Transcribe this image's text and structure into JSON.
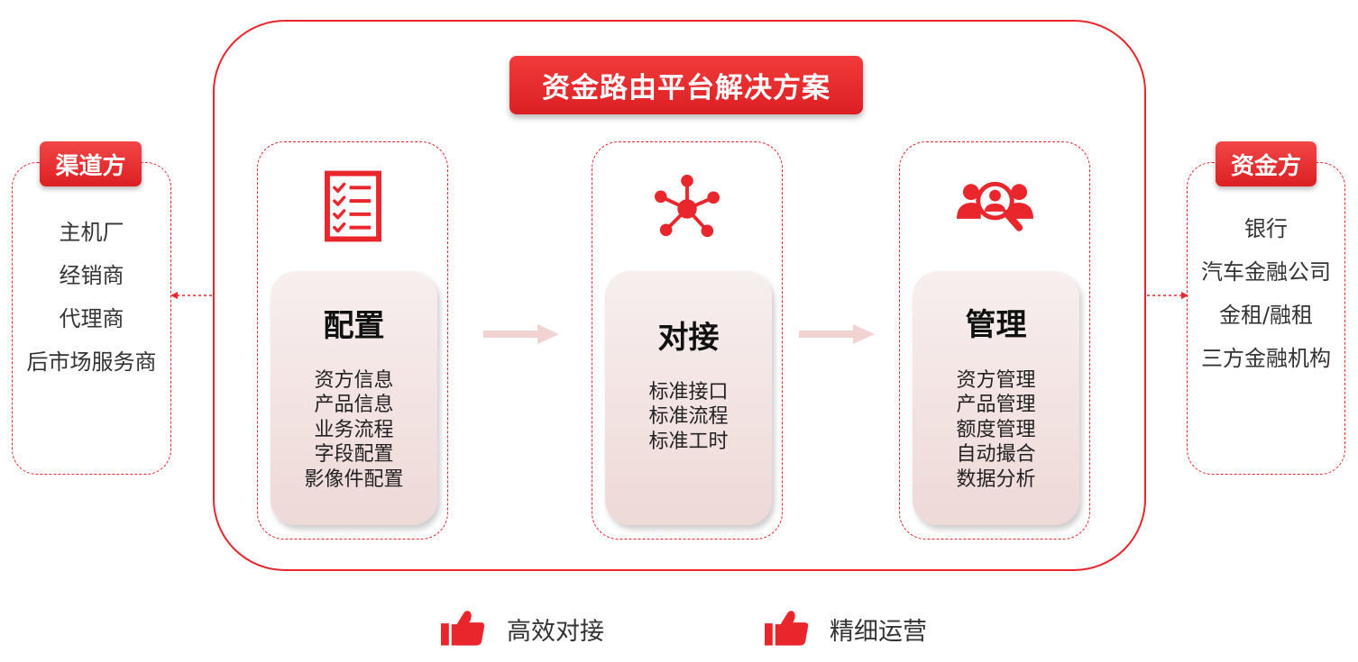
{
  "title": "资金路由平台解决方案",
  "left_panel": {
    "label": "渠道方",
    "items": [
      "主机厂",
      "经销商",
      "代理商",
      "后市场服务商"
    ]
  },
  "right_panel": {
    "label": "资金方",
    "items": [
      "银行",
      "汽车金融公司",
      "金租/融租",
      "三方金融机构"
    ]
  },
  "modules": [
    {
      "icon": "checklist-icon",
      "title": "配置",
      "items": [
        "资方信息",
        "产品信息",
        "业务流程",
        "字段配置",
        "影像件配置"
      ]
    },
    {
      "icon": "network-hub-icon",
      "title": "对接",
      "items": [
        "标准接口",
        "标准流程",
        "标准工时"
      ]
    },
    {
      "icon": "user-search-icon",
      "title": "管理",
      "items": [
        "资方管理",
        "产品管理",
        "额度管理",
        "自动撮合",
        "数据分析"
      ]
    }
  ],
  "benefits": [
    {
      "icon": "thumbs-up-icon",
      "label": "高效对接"
    },
    {
      "icon": "thumbs-up-icon",
      "label": "精细运营"
    }
  ],
  "colors": {
    "accent": "#e8262b",
    "card_bg": "#f3e2e0",
    "flow_arrow": "#f2d3d1"
  }
}
